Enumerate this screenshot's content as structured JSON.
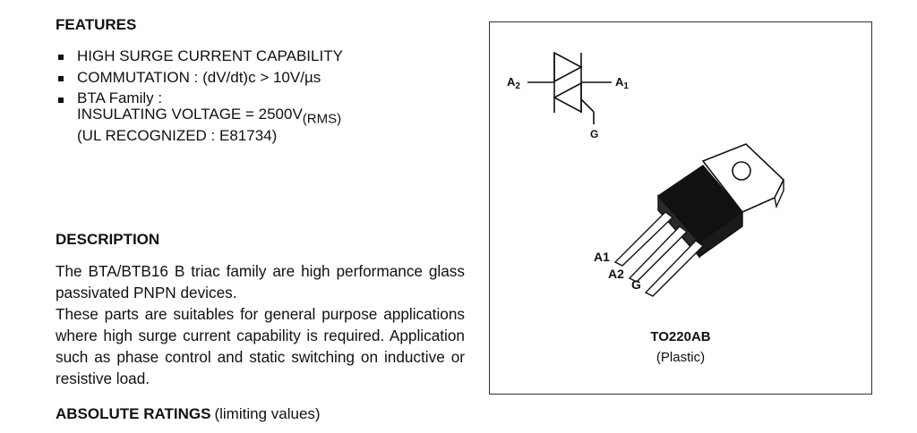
{
  "features": {
    "heading": "FEATURES",
    "items": [
      {
        "lines": [
          "HIGH SURGE CURRENT CAPABILITY"
        ]
      },
      {
        "lines": [
          "COMMUTATION : (dV/dt)c > 10V/µs"
        ]
      },
      {
        "lines": [
          "BTA Family :",
          "INSULATING VOLTAGE = 2500V",
          "(UL RECOGNIZED : E81734)"
        ],
        "subscript": "(RMS)"
      }
    ]
  },
  "description": {
    "heading": "DESCRIPTION",
    "paragraph1": "The BTA/BTB16 B triac family are high performance glass passivated PNPN devices.",
    "paragraph2": "These parts are suitables for general purpose applications where high surge current capability is required. Application such as phase control and static switching on inductive or resistive load."
  },
  "ratings": {
    "title": "ABSOLUTE RATINGS",
    "note": "(limiting values)"
  },
  "figure": {
    "symbol_labels": {
      "a2": "A",
      "a2_sub": "2",
      "a1": "A",
      "a1_sub": "1",
      "g": "G"
    },
    "pin_labels": {
      "a1": "A1",
      "a2": "A2",
      "g": "G"
    },
    "package": "TO220AB",
    "package_type": "(Plastic)"
  }
}
